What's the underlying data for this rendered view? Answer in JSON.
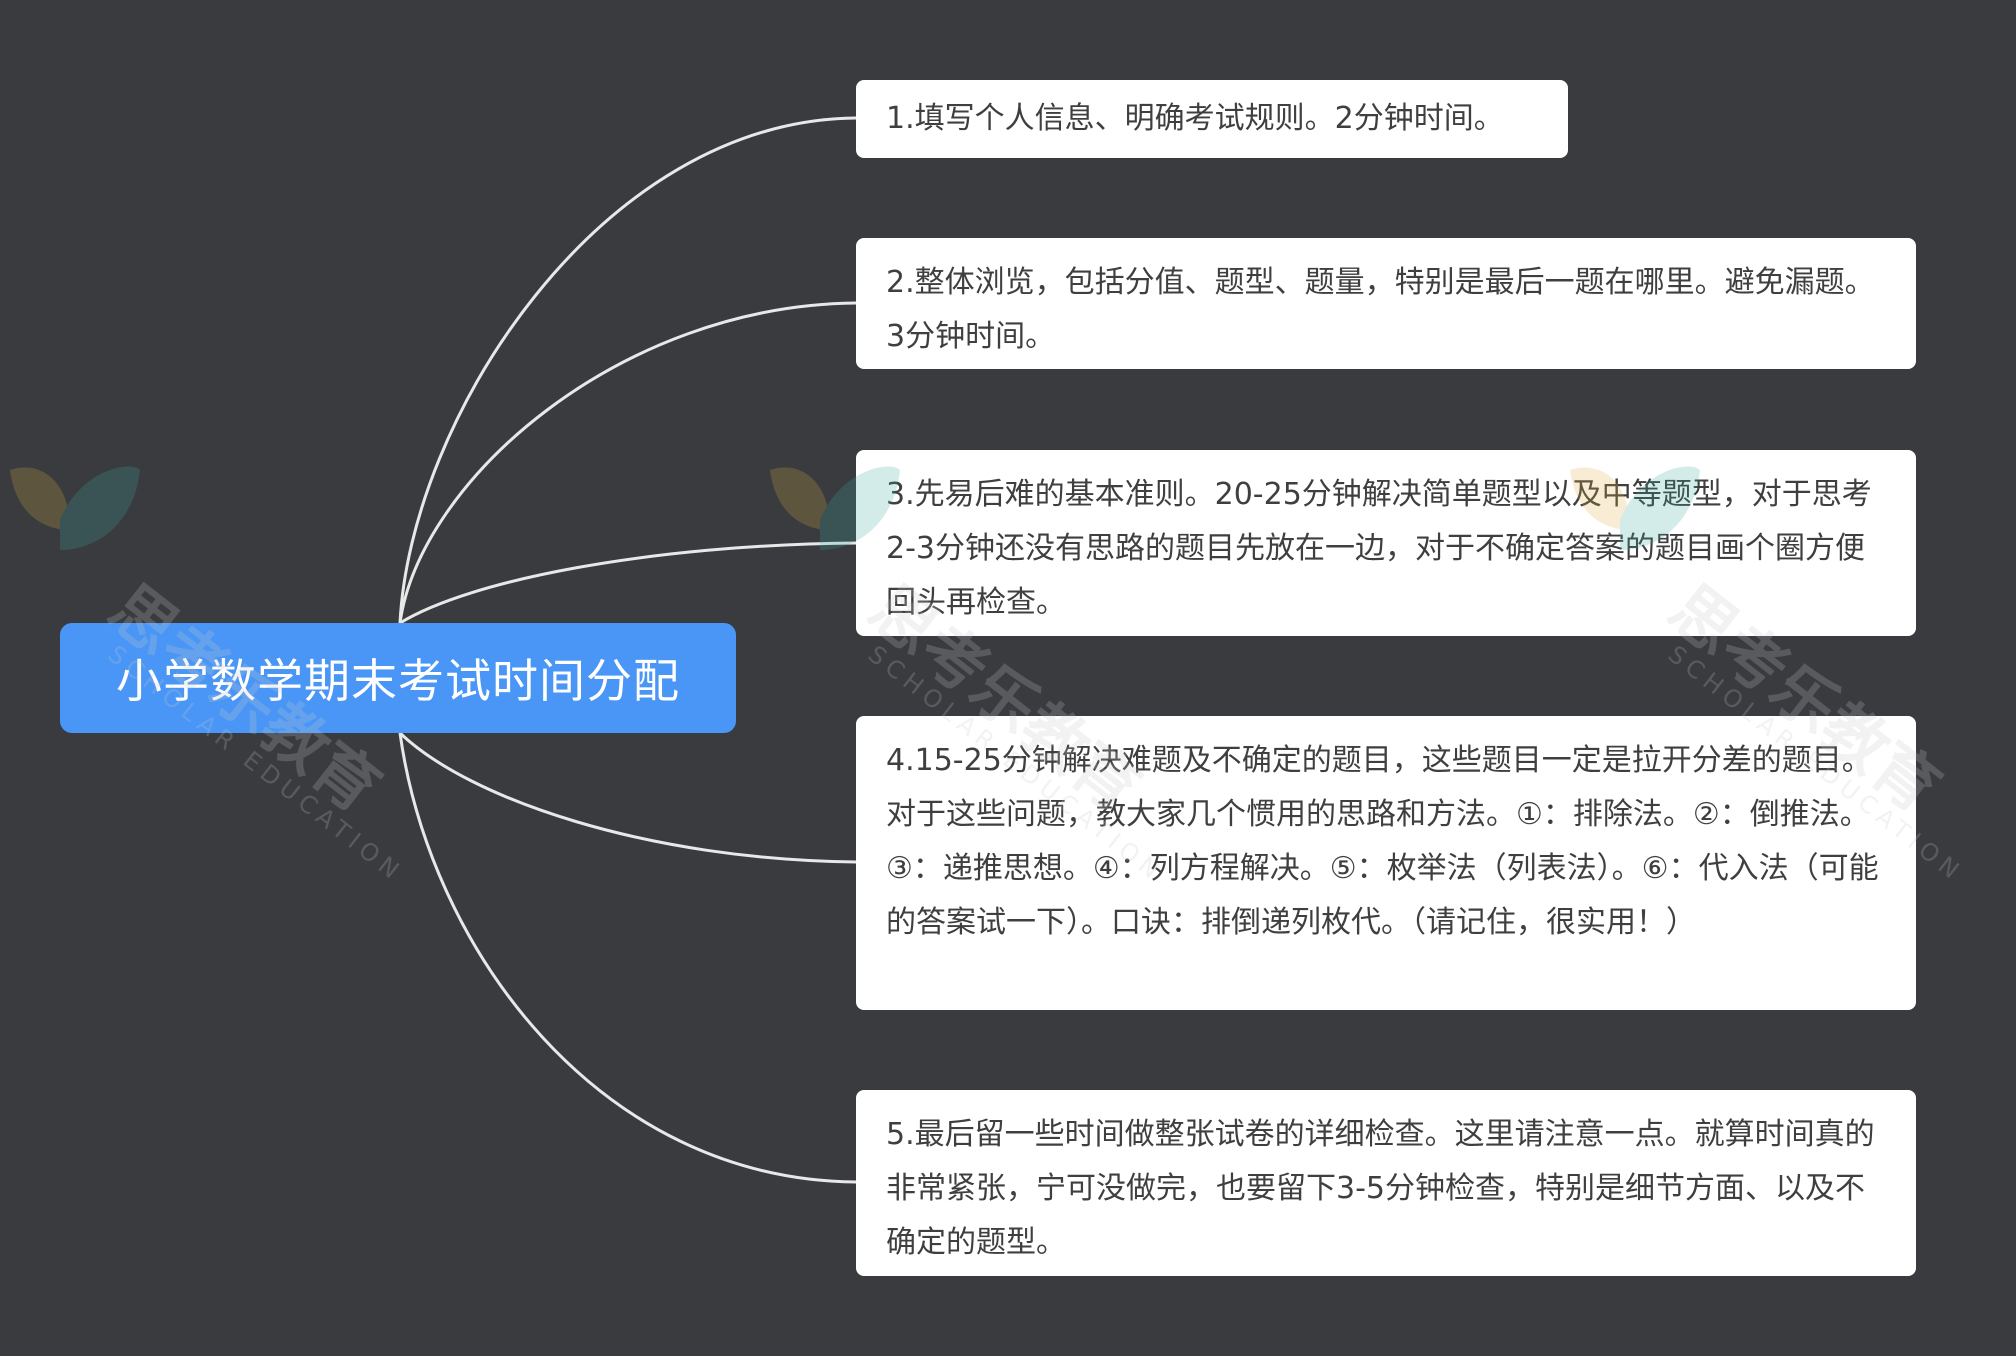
{
  "colors": {
    "background": "#3a3b3f",
    "root_fill": "#4a96f7",
    "topic_fill": "#ffffff",
    "topic_text": "#3f3f3f",
    "connector": "#e8e8e8"
  },
  "root": {
    "title": "小学数学期末考试时间分配"
  },
  "topics": [
    {
      "text": "1.填写个人信息、明确考试规则。2分钟时间。"
    },
    {
      "text": "2.整体浏览，包括分值、题型、题量，特别是最后一题在哪里。避免漏题。3分钟时间。"
    },
    {
      "text": "3.先易后难的基本准则。20-25分钟解决简单题型以及中等题型，对于思考2-3分钟还没有思路的题目先放在一边，对于不确定答案的题目画个圈方便回头再检查。"
    },
    {
      "text": "4.15-25分钟解决难题及不确定的题目，这些题目一定是拉开分差的题目。对于这些问题，教大家几个惯用的思路和方法。①：排除法。②：倒推法。③：递推思想。④：列方程解决。⑤：枚举法（列表法）。⑥：代入法（可能的答案试一下）。口诀：排倒递列枚代。（请记住，很实用！）"
    },
    {
      "text": "5.最后留一些时间做整张试卷的详细检查。这里请注意一点。就算时间真的非常紧张，宁可没做完，也要留下3-5分钟检查，特别是细节方面、以及不确定的题型。"
    }
  ],
  "watermark": {
    "brand": "思考乐教育",
    "brand_en": "SCHOLAR EDUCATION"
  }
}
